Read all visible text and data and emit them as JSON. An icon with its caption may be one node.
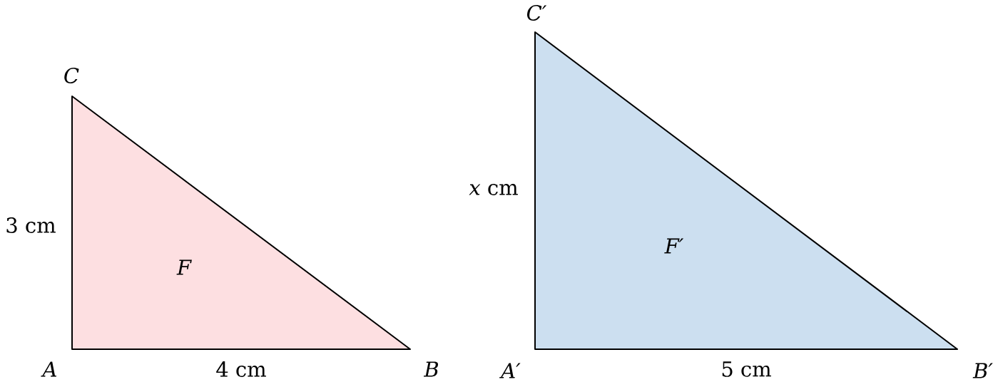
{
  "diagram": {
    "nodes": [
      {
        "text": [
          "F"
        ]
      },
      {
        "text": [
          "F′"
        ]
      }
    ],
    "labels": [
      "C′",
      "C",
      "*x* cm",
      "3 cm",
      "A",
      "4 cm",
      "B",
      "A′",
      "5 cm",
      "B′"
    ]
  }
}
